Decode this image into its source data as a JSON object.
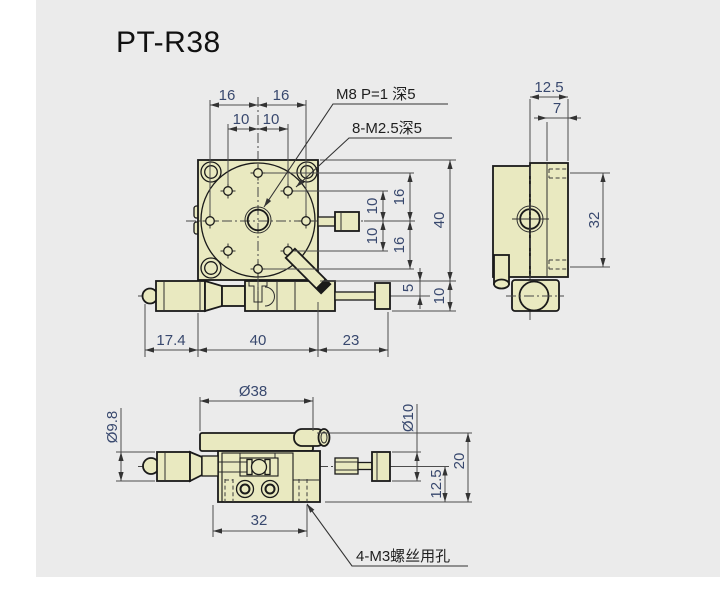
{
  "title": "PT-R38",
  "colors": {
    "background": "#ebebeb",
    "part_fill": "#e9e9c0",
    "outline": "#1a1a1a",
    "dim_text": "#38486e"
  },
  "top_view": {
    "leaders": {
      "m8": "M8 P=1 深5",
      "m2_5": "8-M2.5深5"
    },
    "dims": {
      "w16l": "16",
      "w16r": "16",
      "w10l": "10",
      "w10r": "10",
      "h10t": "10",
      "h10b": "10",
      "h16t": "16",
      "h16b": "16",
      "h40": "40",
      "base5": "5",
      "base10": "10",
      "len17_4": "17.4",
      "len40": "40",
      "len23": "23"
    }
  },
  "side_view": {
    "dims": {
      "w12_5": "12.5",
      "w7": "7",
      "h32": "32"
    }
  },
  "bottom_view": {
    "leader_m3": "4-M3螺丝用孔",
    "dims": {
      "d38": "Ø38",
      "d9_8": "Ø9.8",
      "d10": "Ø10",
      "h20": "20",
      "h12_5": "12.5",
      "w32": "32"
    }
  }
}
